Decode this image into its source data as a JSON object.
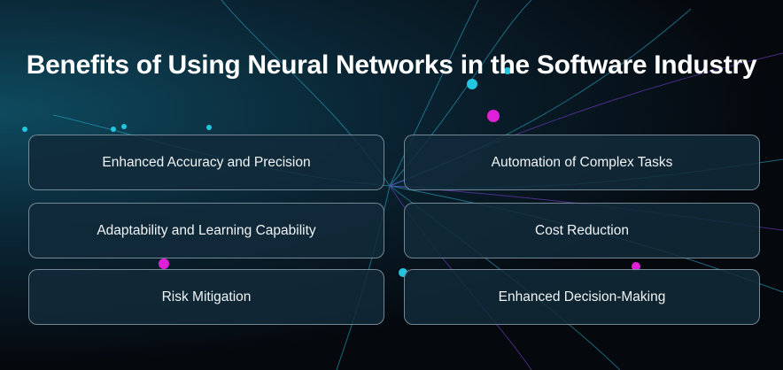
{
  "title": "Benefits of Using Neural Networks in the Software Industry",
  "benefits": [
    "Enhanced Accuracy and Precision",
    "Automation of Complex Tasks",
    "Adaptability and Learning Capability",
    "Cost Reduction",
    "Risk Mitigation",
    "Enhanced Decision-Making"
  ],
  "colors": {
    "cyan": "#22c6e0",
    "magenta": "#e020d8",
    "purple": "#7a3fd0"
  }
}
